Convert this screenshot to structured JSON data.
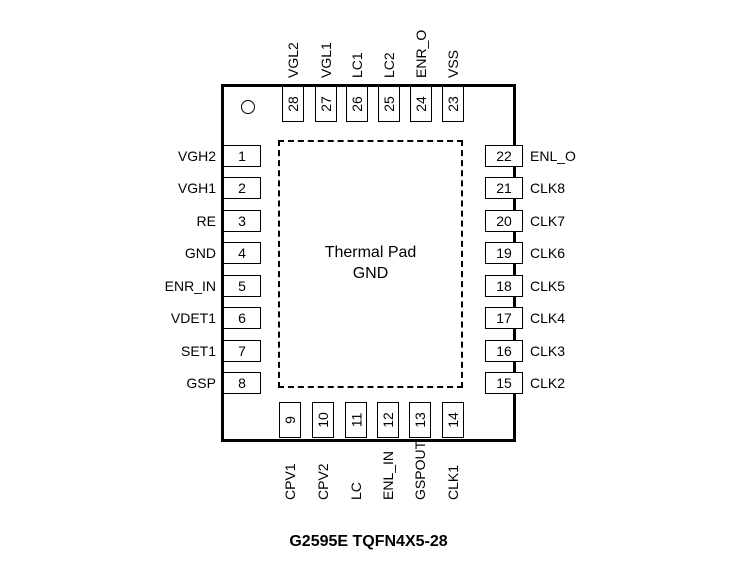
{
  "thermal_pad": {
    "line1": "Thermal Pad",
    "line2": "GND"
  },
  "caption": "G2595E TQFN4X5-28",
  "pins": {
    "left": [
      {
        "num": "1",
        "name": "VGH2"
      },
      {
        "num": "2",
        "name": "VGH1"
      },
      {
        "num": "3",
        "name": "RE"
      },
      {
        "num": "4",
        "name": "GND"
      },
      {
        "num": "5",
        "name": "ENR_IN"
      },
      {
        "num": "6",
        "name": "VDET1"
      },
      {
        "num": "7",
        "name": "SET1"
      },
      {
        "num": "8",
        "name": "GSP"
      }
    ],
    "bottom": [
      {
        "num": "9",
        "name": "CPV1"
      },
      {
        "num": "10",
        "name": "CPV2"
      },
      {
        "num": "11",
        "name": "LC"
      },
      {
        "num": "12",
        "name": "ENL_IN"
      },
      {
        "num": "13",
        "name": "GSPOUT"
      },
      {
        "num": "14",
        "name": "CLK1"
      }
    ],
    "right": [
      {
        "num": "22",
        "name": "ENL_O"
      },
      {
        "num": "21",
        "name": "CLK8"
      },
      {
        "num": "20",
        "name": "CLK7"
      },
      {
        "num": "19",
        "name": "CLK6"
      },
      {
        "num": "18",
        "name": "CLK5"
      },
      {
        "num": "17",
        "name": "CLK4"
      },
      {
        "num": "16",
        "name": "CLK3"
      },
      {
        "num": "15",
        "name": "CLK2"
      }
    ],
    "top": [
      {
        "num": "28",
        "name": "VGL2"
      },
      {
        "num": "27",
        "name": "VGL1"
      },
      {
        "num": "26",
        "name": "LC1"
      },
      {
        "num": "25",
        "name": "LC2"
      },
      {
        "num": "24",
        "name": "ENR_O"
      },
      {
        "num": "23",
        "name": "VSS"
      }
    ]
  }
}
